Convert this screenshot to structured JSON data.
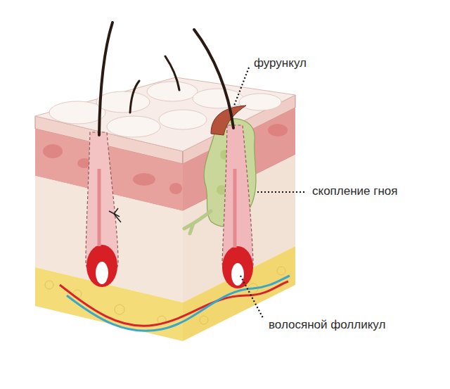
{
  "diagram": {
    "labels": [
      "фурункул",
      "скопление гноя",
      "волосяной фолликул"
    ]
  }
}
